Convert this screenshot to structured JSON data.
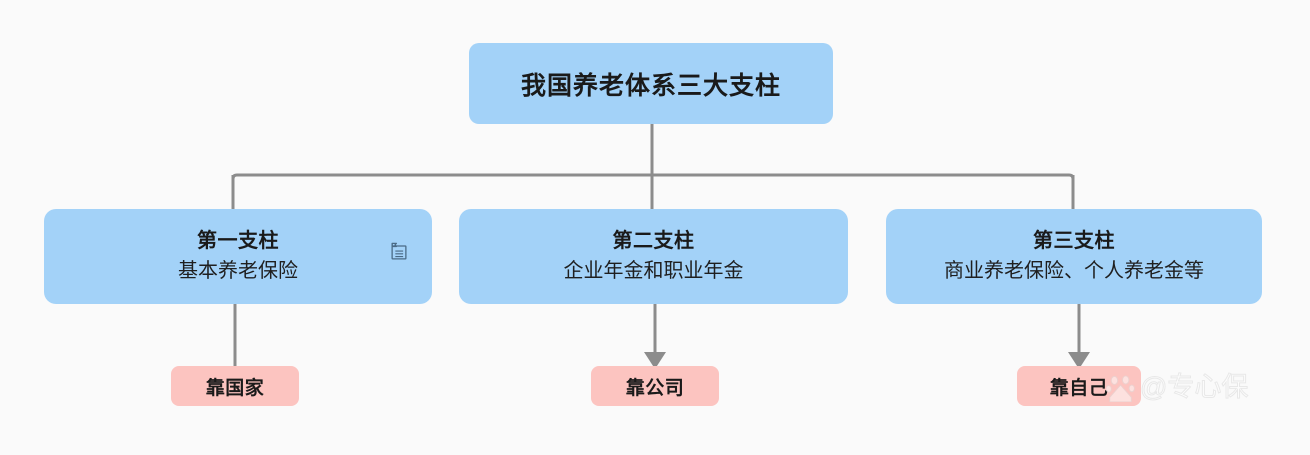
{
  "diagram": {
    "type": "org-tree",
    "background_color": "#fafafa",
    "node_blue": "#a3d2f8",
    "node_pink": "#fcc4c0",
    "connector_color": "#8c8c8c",
    "root": {
      "title": "我国养老体系三大支柱"
    },
    "pillars": [
      {
        "title": "第一支柱",
        "subtitle": "基本养老保险",
        "icon": "note-icon",
        "leaf": "靠国家",
        "leaf_connector": "line"
      },
      {
        "title": "第二支柱",
        "subtitle": "企业年金和职业年金",
        "icon": null,
        "leaf": "靠公司",
        "leaf_connector": "arrow"
      },
      {
        "title": "第三支柱",
        "subtitle": "商业养老保险、个人养老金等",
        "icon": null,
        "leaf": "靠自己",
        "leaf_connector": "arrow"
      }
    ]
  },
  "watermark": {
    "text": "@专心保",
    "logo": "baidu-paw-icon"
  }
}
